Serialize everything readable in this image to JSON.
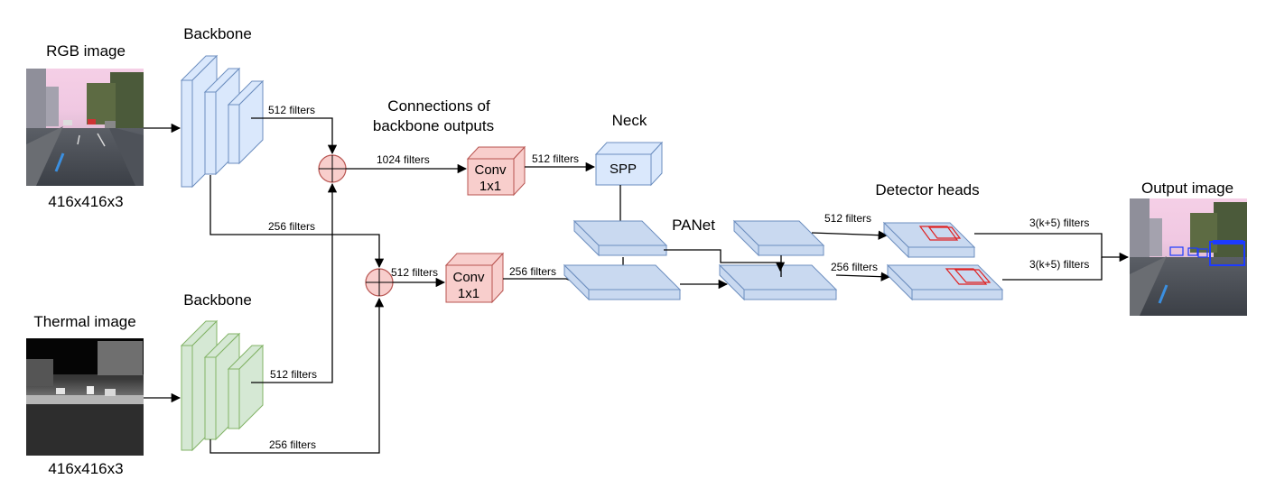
{
  "inputs": {
    "rgb": {
      "title": "RGB image",
      "size": "416x416x3"
    },
    "thermal": {
      "title": "Thermal image",
      "size": "416x416x3"
    }
  },
  "backbone": {
    "rgb_title": "Backbone",
    "thermal_title": "Backbone",
    "rgb_color": "#dae8fc",
    "rgb_stroke": "#6c8ebf",
    "thermal_color": "#d5e8d4",
    "thermal_stroke": "#82b366"
  },
  "connections": {
    "title_line1": "Connections of",
    "title_line2": "backbone outputs",
    "rgb_512": "512 filters",
    "rgb_256": "256 filters",
    "thermal_512": "512 filters",
    "thermal_256": "256 filters",
    "merge_top": "1024 filters",
    "merge_bottom": "512 filters",
    "adder_color": "#f8cecc",
    "adder_stroke": "#b85450"
  },
  "conv_top": {
    "line1": "Conv",
    "line2": "1x1",
    "out": "512 filters"
  },
  "conv_bottom": {
    "line1": "Conv",
    "line2": "1x1",
    "out": "256 filters"
  },
  "neck": {
    "title": "Neck",
    "spp": "SPP"
  },
  "panet": {
    "title": "PANet"
  },
  "detector": {
    "title": "Detector heads",
    "top_in": "512 filters",
    "bottom_in": "256 filters",
    "top_out": "3(k+5) filters",
    "bottom_out": "3(k+5) filters",
    "box_color": "#e02020"
  },
  "output": {
    "title": "Output image"
  }
}
